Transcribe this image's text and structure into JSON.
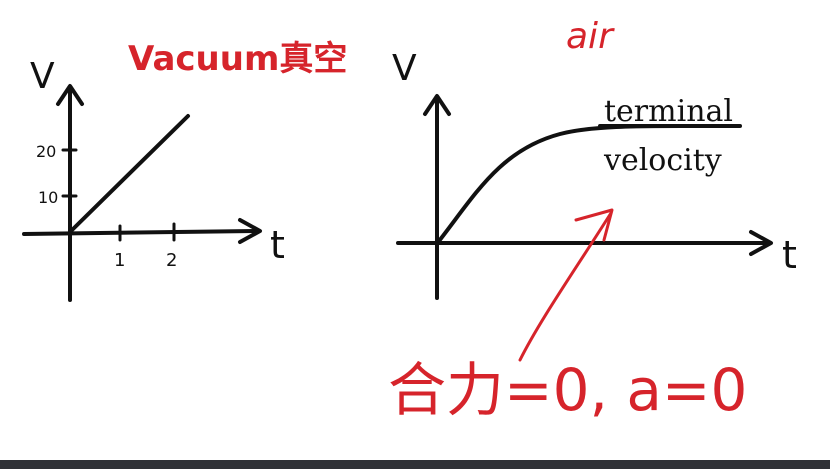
{
  "colors": {
    "ink": "#111111",
    "red": "#d6242b",
    "background": "#ffffff",
    "bottom_bar": "#2f3136"
  },
  "left_graph": {
    "title": "Vacuum真空",
    "y_axis_label": "V",
    "x_axis_label": "t",
    "y_ticks": [
      "10",
      "20"
    ],
    "x_ticks": [
      "1",
      "2"
    ]
  },
  "right_graph": {
    "title": "air",
    "y_axis_label": "V",
    "x_axis_label": "t",
    "terminal_label_line1": "terminal",
    "terminal_label_line2": "velocity"
  },
  "annotation": {
    "equation": "合力=0, a=0"
  }
}
